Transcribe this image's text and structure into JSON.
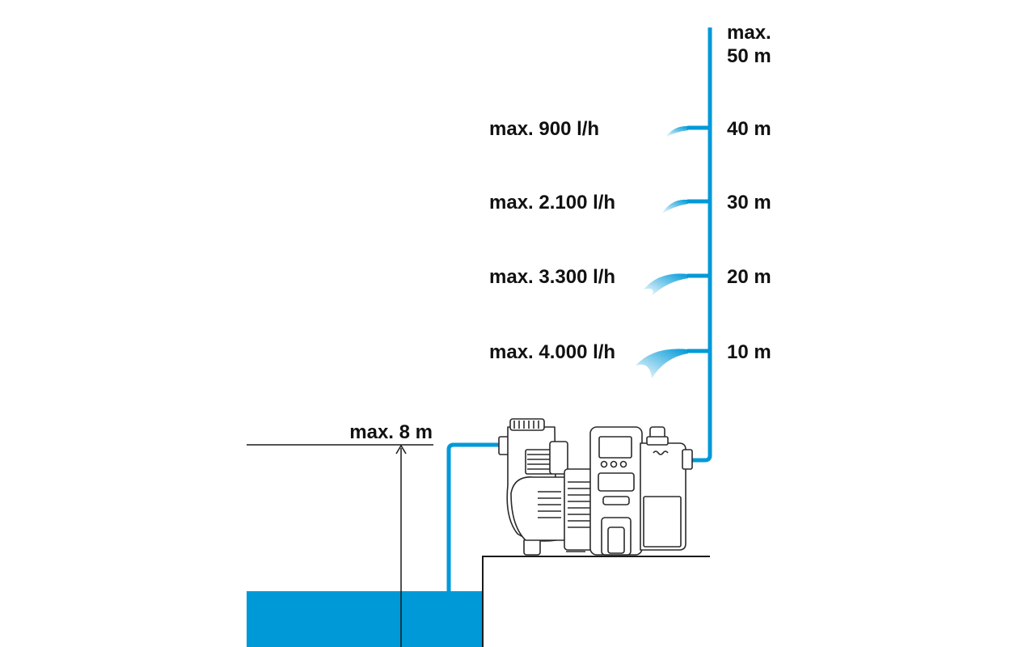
{
  "colors": {
    "water": "#0099d8",
    "pipe": "#0099d8",
    "line": "#1a1a1a",
    "pump_fill": "#ffffff",
    "pump_stroke": "#2a2a2a"
  },
  "suction": {
    "label": "max. 8 m"
  },
  "outlet_heights": {
    "top_label_line1": "max.",
    "top_label_line2": "50 m",
    "levels": [
      {
        "height": "40 m",
        "flow": "max. 900 l/h"
      },
      {
        "height": "30 m",
        "flow": "max. 2.100 l/h"
      },
      {
        "height": "20 m",
        "flow": "max. 3.300 l/h"
      },
      {
        "height": "10 m",
        "flow": "max. 4.000 l/h"
      }
    ]
  }
}
